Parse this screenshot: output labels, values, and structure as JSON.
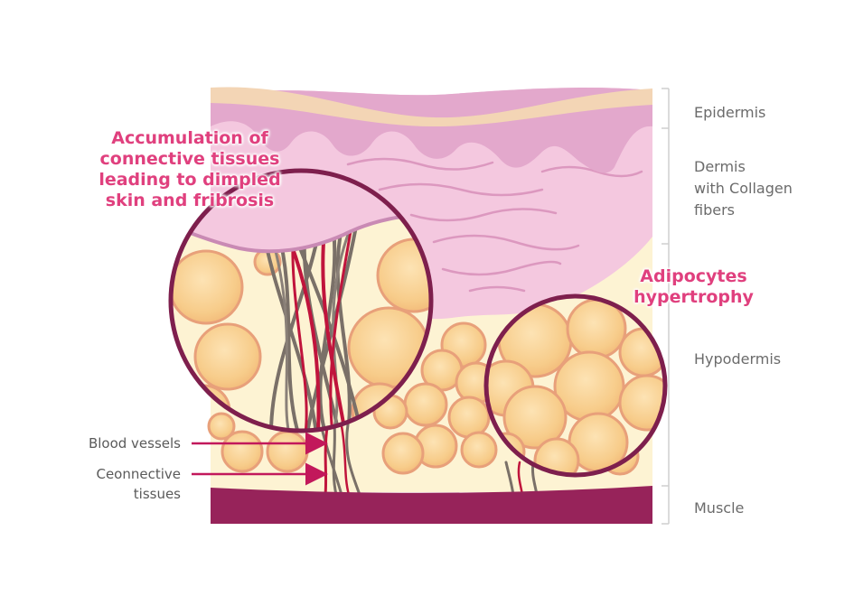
{
  "layers": {
    "epidermis": "Epidermis",
    "dermis": "Dermis\nwith Collagen\nfibers",
    "hypodermis": "Hypodermis",
    "muscle": "Muscle"
  },
  "callouts": {
    "connective": "Accumulation of\nconnective tissues\nleading to dimpled\nskin and fribrosis",
    "adipocytes": "Adipocytes\nhypertrophy"
  },
  "pointers": {
    "blood_vessels": "Blood vessels",
    "connective_tissues": "Ceonnective\ntissues"
  },
  "colors": {
    "epidermis": "#f3d5b5",
    "dermis_band": "#e3a8cc",
    "dermis": "#f4c8df",
    "hypodermis": "#fdf3d3",
    "muscle": "#97235a",
    "cell_fill": "#f7cf8e",
    "cell_stroke": "#e8a07a",
    "callout_text": "#e0407e",
    "magnifier_ring": "#7e1f4d",
    "vessel": "#c0143c",
    "fiber": "#7a7068"
  }
}
